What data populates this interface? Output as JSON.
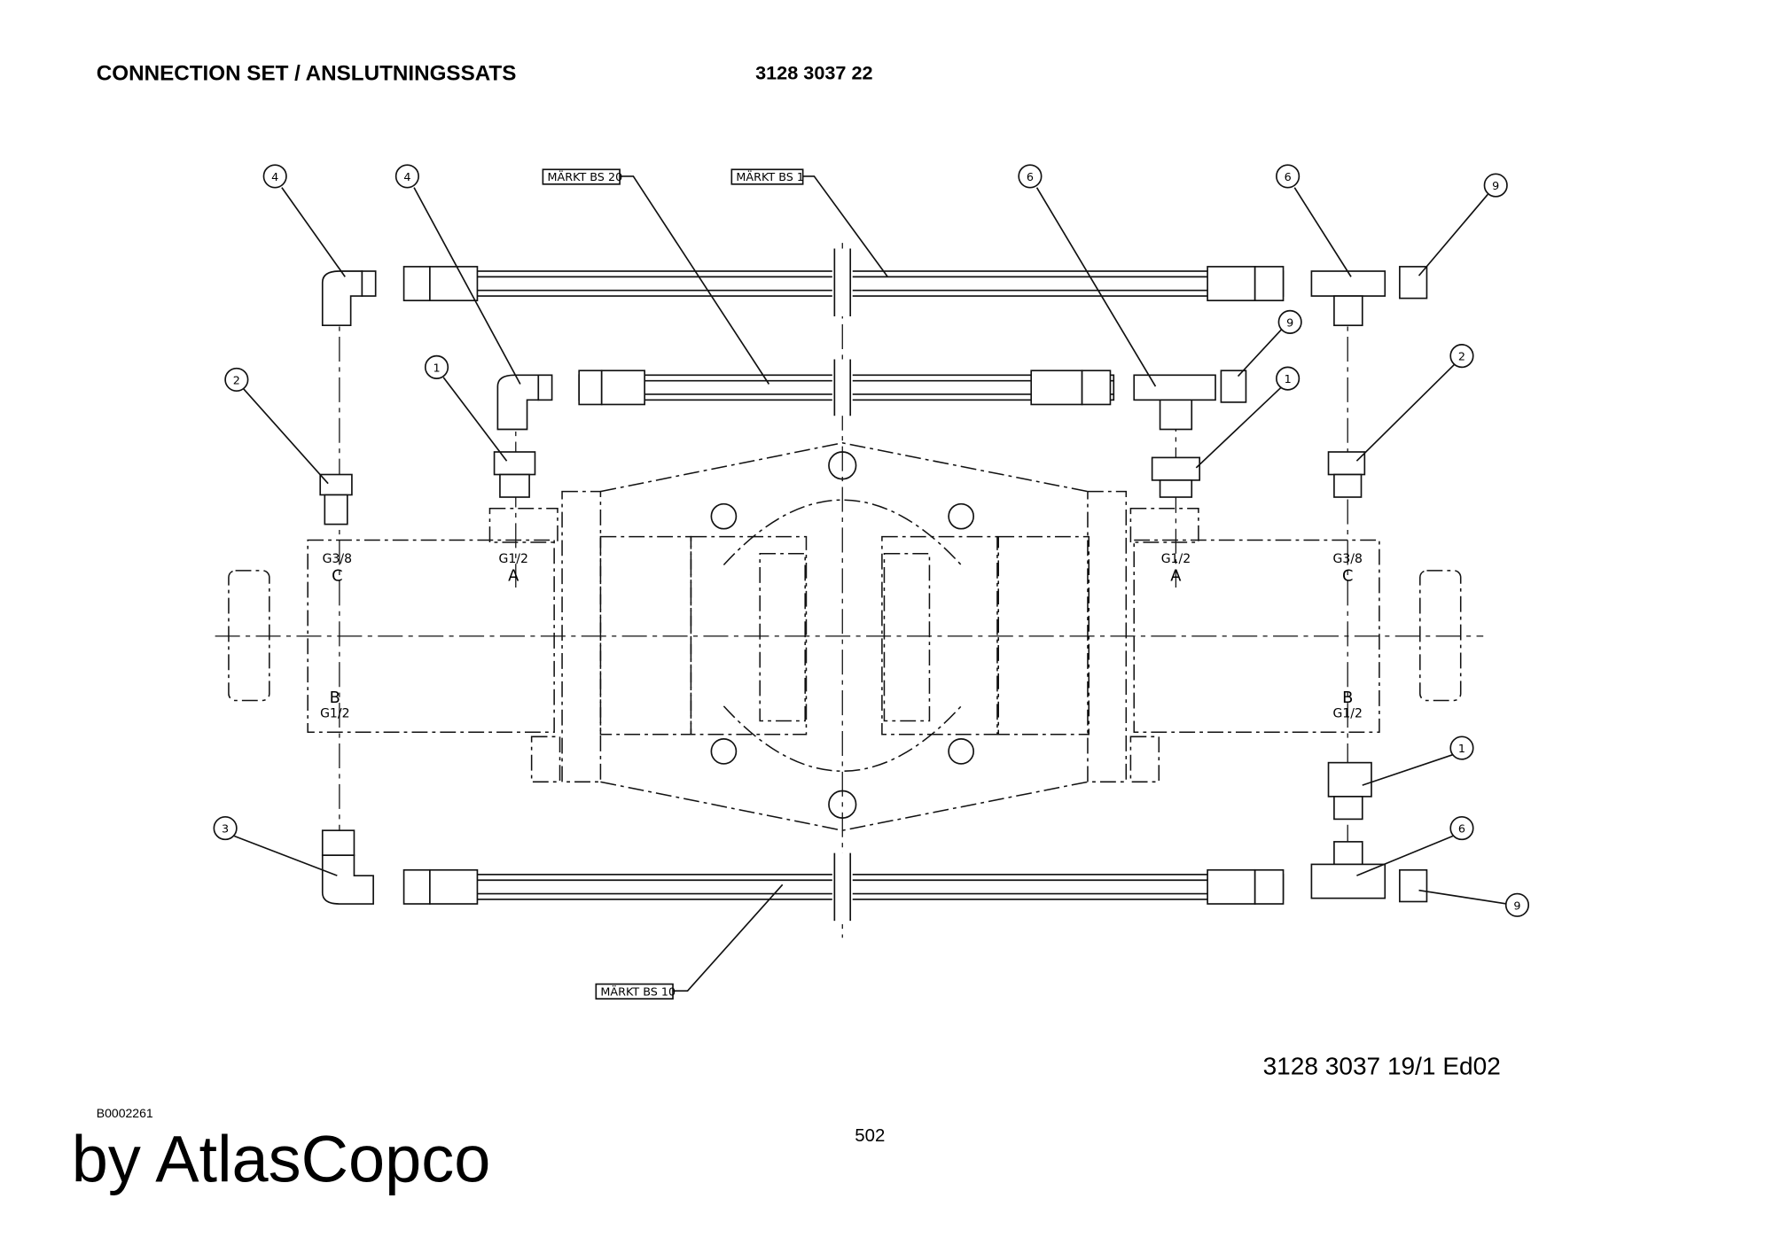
{
  "header": {
    "title": "CONNECTION SET / ANSLUTNINGSSATS",
    "part_number": "3128 3037 22"
  },
  "callouts": [
    "4",
    "4",
    "6",
    "6",
    "9",
    "9",
    "2",
    "1",
    "1",
    "2",
    "1",
    "3",
    "6",
    "9"
  ],
  "hose_labels": {
    "bs20": "MÄRKT BS 20",
    "bs1": "MÄRKT BS 1",
    "bs10": "MÄRKT BS 10"
  },
  "ports": {
    "left_c_size": "G3/8",
    "left_c": "C",
    "left_a_size": "G1/2",
    "left_a": "A",
    "right_a_size": "G1/2",
    "right_a": "A",
    "right_c_size": "G3/8",
    "right_c": "C",
    "left_b": "B",
    "left_b_size": "G1/2",
    "right_b": "B",
    "right_b_size": "G1/2"
  },
  "footer": {
    "drawing_ref": "3128 3037 19/1  Ed02",
    "image_code": "B0002261",
    "page": "502",
    "brand": "by AtlasCopco"
  }
}
